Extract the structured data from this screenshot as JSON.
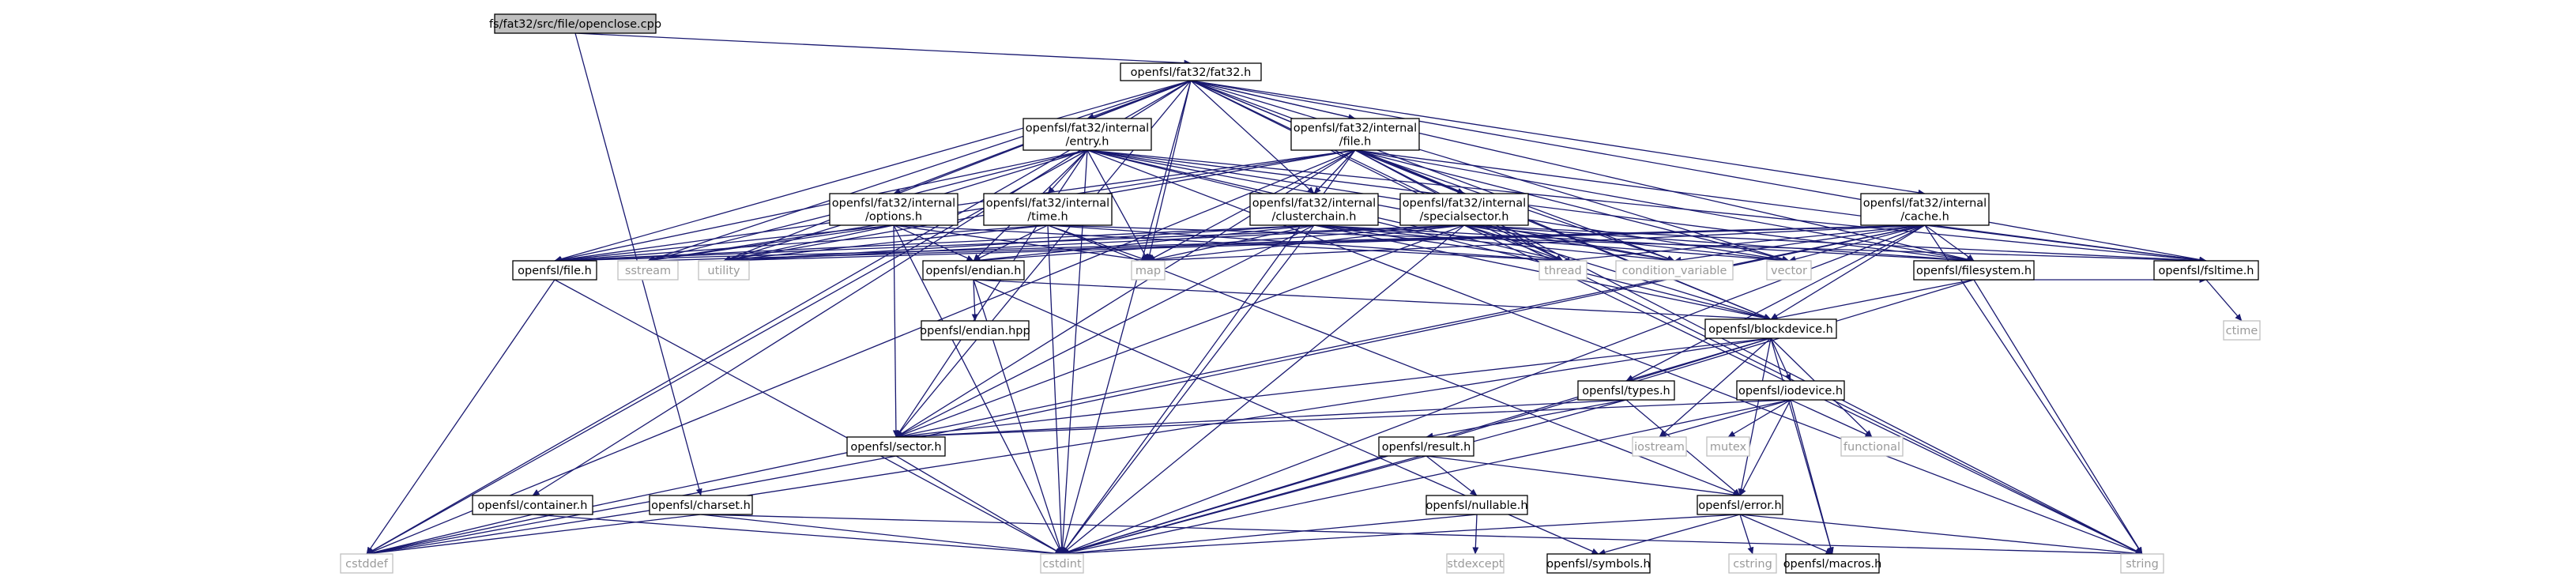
{
  "colors": {
    "edge": "#191970",
    "node_border": "#000000",
    "ghost_border": "#bfbfbf",
    "root_fill": "#bfbfbf",
    "node_fill": "#ffffff",
    "ghost_text": "#9a9a9a"
  },
  "nodes": [
    {
      "id": "root",
      "lines": [
        "fs/fat32/src/file/openclose.cpp"
      ],
      "kind": "root"
    },
    {
      "id": "fat32h",
      "lines": [
        "openfsl/fat32/fat32.h"
      ],
      "kind": "normal"
    },
    {
      "id": "entryh",
      "lines": [
        "openfsl/fat32/internal",
        "/entry.h"
      ],
      "kind": "normal"
    },
    {
      "id": "fileh_i",
      "lines": [
        "openfsl/fat32/internal",
        "/file.h"
      ],
      "kind": "normal"
    },
    {
      "id": "optionsh",
      "lines": [
        "openfsl/fat32/internal",
        "/options.h"
      ],
      "kind": "normal"
    },
    {
      "id": "timeh",
      "lines": [
        "openfsl/fat32/internal",
        "/time.h"
      ],
      "kind": "normal"
    },
    {
      "id": "clusterchainh",
      "lines": [
        "openfsl/fat32/internal",
        "/clusterchain.h"
      ],
      "kind": "normal"
    },
    {
      "id": "specialsectorh",
      "lines": [
        "openfsl/fat32/internal",
        "/specialsector.h"
      ],
      "kind": "normal"
    },
    {
      "id": "cacheh",
      "lines": [
        "openfsl/fat32/internal",
        "/cache.h"
      ],
      "kind": "normal"
    },
    {
      "id": "fileh",
      "lines": [
        "openfsl/file.h"
      ],
      "kind": "normal"
    },
    {
      "id": "sstream",
      "lines": [
        "sstream"
      ],
      "kind": "ghost"
    },
    {
      "id": "utility",
      "lines": [
        "utility"
      ],
      "kind": "ghost"
    },
    {
      "id": "endianh",
      "lines": [
        "openfsl/endian.h"
      ],
      "kind": "normal"
    },
    {
      "id": "map",
      "lines": [
        "map"
      ],
      "kind": "ghost"
    },
    {
      "id": "thread",
      "lines": [
        "thread"
      ],
      "kind": "ghost"
    },
    {
      "id": "condvar",
      "lines": [
        "condition_variable"
      ],
      "kind": "ghost"
    },
    {
      "id": "vector",
      "lines": [
        "vector"
      ],
      "kind": "ghost"
    },
    {
      "id": "filesystemh",
      "lines": [
        "openfsl/filesystem.h"
      ],
      "kind": "normal"
    },
    {
      "id": "fsltimeh",
      "lines": [
        "openfsl/fsltime.h"
      ],
      "kind": "normal"
    },
    {
      "id": "endianhpp",
      "lines": [
        "openfsl/endian.hpp"
      ],
      "kind": "normal"
    },
    {
      "id": "blockdeviceh",
      "lines": [
        "openfsl/blockdevice.h"
      ],
      "kind": "normal"
    },
    {
      "id": "ctime",
      "lines": [
        "ctime"
      ],
      "kind": "ghost"
    },
    {
      "id": "typesh",
      "lines": [
        "openfsl/types.h"
      ],
      "kind": "normal"
    },
    {
      "id": "iodeviceh",
      "lines": [
        "openfsl/iodevice.h"
      ],
      "kind": "normal"
    },
    {
      "id": "sectorh",
      "lines": [
        "openfsl/sector.h"
      ],
      "kind": "normal"
    },
    {
      "id": "resulth",
      "lines": [
        "openfsl/result.h"
      ],
      "kind": "normal"
    },
    {
      "id": "iostream",
      "lines": [
        "iostream"
      ],
      "kind": "ghost"
    },
    {
      "id": "mutex",
      "lines": [
        "mutex"
      ],
      "kind": "ghost"
    },
    {
      "id": "functional",
      "lines": [
        "functional"
      ],
      "kind": "ghost"
    },
    {
      "id": "containerh",
      "lines": [
        "openfsl/container.h"
      ],
      "kind": "normal"
    },
    {
      "id": "charseth",
      "lines": [
        "openfsl/charset.h"
      ],
      "kind": "normal"
    },
    {
      "id": "nullableh",
      "lines": [
        "openfsl/nullable.h"
      ],
      "kind": "normal"
    },
    {
      "id": "errorh",
      "lines": [
        "openfsl/error.h"
      ],
      "kind": "normal"
    },
    {
      "id": "cstddef",
      "lines": [
        "cstddef"
      ],
      "kind": "ghost"
    },
    {
      "id": "cstdint",
      "lines": [
        "cstdint"
      ],
      "kind": "ghost"
    },
    {
      "id": "stdexcept",
      "lines": [
        "stdexcept"
      ],
      "kind": "ghost"
    },
    {
      "id": "string",
      "lines": [
        "string"
      ],
      "kind": "ghost"
    },
    {
      "id": "symbolsh",
      "lines": [
        "openfsl/symbols.h"
      ],
      "kind": "normal"
    },
    {
      "id": "cstring",
      "lines": [
        "cstring"
      ],
      "kind": "ghost"
    },
    {
      "id": "macrosh",
      "lines": [
        "openfsl/macros.h"
      ],
      "kind": "normal"
    }
  ],
  "edges": [
    [
      "root",
      "fat32h"
    ],
    [
      "root",
      "charseth"
    ],
    [
      "fat32h",
      "entryh"
    ],
    [
      "fat32h",
      "fileh_i"
    ],
    [
      "fat32h",
      "optionsh"
    ],
    [
      "fat32h",
      "clusterchainh"
    ],
    [
      "fat32h",
      "specialsectorh"
    ],
    [
      "fat32h",
      "cacheh"
    ],
    [
      "fat32h",
      "fileh"
    ],
    [
      "fat32h",
      "sstream"
    ],
    [
      "fat32h",
      "utility"
    ],
    [
      "fat32h",
      "map"
    ],
    [
      "fat32h",
      "thread"
    ],
    [
      "fat32h",
      "condvar"
    ],
    [
      "fat32h",
      "vector"
    ],
    [
      "fat32h",
      "filesystemh"
    ],
    [
      "fat32h",
      "fsltimeh"
    ],
    [
      "fat32h",
      "blockdeviceh"
    ],
    [
      "fat32h",
      "sectorh"
    ],
    [
      "fat32h",
      "containerh"
    ],
    [
      "fat32h",
      "cstddef"
    ],
    [
      "fat32h",
      "cstdint"
    ],
    [
      "fat32h",
      "string"
    ],
    [
      "entryh",
      "timeh"
    ],
    [
      "entryh",
      "fileh"
    ],
    [
      "entryh",
      "sstream"
    ],
    [
      "entryh",
      "utility"
    ],
    [
      "entryh",
      "endianh"
    ],
    [
      "entryh",
      "map"
    ],
    [
      "entryh",
      "thread"
    ],
    [
      "entryh",
      "condvar"
    ],
    [
      "entryh",
      "vector"
    ],
    [
      "entryh",
      "filesystemh"
    ],
    [
      "entryh",
      "fsltimeh"
    ],
    [
      "entryh",
      "blockdeviceh"
    ],
    [
      "entryh",
      "sectorh"
    ],
    [
      "entryh",
      "cstddef"
    ],
    [
      "entryh",
      "cstdint"
    ],
    [
      "entryh",
      "string"
    ],
    [
      "fileh_i",
      "clusterchainh"
    ],
    [
      "fileh_i",
      "specialsectorh"
    ],
    [
      "fileh_i",
      "fileh"
    ],
    [
      "fileh_i",
      "sstream"
    ],
    [
      "fileh_i",
      "utility"
    ],
    [
      "fileh_i",
      "map"
    ],
    [
      "fileh_i",
      "thread"
    ],
    [
      "fileh_i",
      "condvar"
    ],
    [
      "fileh_i",
      "vector"
    ],
    [
      "fileh_i",
      "filesystemh"
    ],
    [
      "fileh_i",
      "fsltimeh"
    ],
    [
      "fileh_i",
      "blockdeviceh"
    ],
    [
      "fileh_i",
      "sectorh"
    ],
    [
      "fileh_i",
      "cstddef"
    ],
    [
      "fileh_i",
      "cstdint"
    ],
    [
      "fileh_i",
      "string"
    ],
    [
      "optionsh",
      "fileh"
    ],
    [
      "optionsh",
      "sstream"
    ],
    [
      "optionsh",
      "utility"
    ],
    [
      "optionsh",
      "endianh"
    ],
    [
      "optionsh",
      "map"
    ],
    [
      "optionsh",
      "sectorh"
    ],
    [
      "optionsh",
      "cstdint"
    ],
    [
      "optionsh",
      "thread"
    ],
    [
      "timeh",
      "fileh"
    ],
    [
      "timeh",
      "utility"
    ],
    [
      "timeh",
      "endianh"
    ],
    [
      "timeh",
      "map"
    ],
    [
      "timeh",
      "fsltimeh"
    ],
    [
      "timeh",
      "cstdint"
    ],
    [
      "timeh",
      "thread"
    ],
    [
      "timeh",
      "errorh"
    ],
    [
      "clusterchainh",
      "fileh"
    ],
    [
      "clusterchainh",
      "utility"
    ],
    [
      "clusterchainh",
      "endianh"
    ],
    [
      "clusterchainh",
      "map"
    ],
    [
      "clusterchainh",
      "thread"
    ],
    [
      "clusterchainh",
      "condvar"
    ],
    [
      "clusterchainh",
      "vector"
    ],
    [
      "clusterchainh",
      "filesystemh"
    ],
    [
      "clusterchainh",
      "blockdeviceh"
    ],
    [
      "clusterchainh",
      "sectorh"
    ],
    [
      "clusterchainh",
      "cstdint"
    ],
    [
      "specialsectorh",
      "fileh"
    ],
    [
      "specialsectorh",
      "utility"
    ],
    [
      "specialsectorh",
      "endianh"
    ],
    [
      "specialsectorh",
      "map"
    ],
    [
      "specialsectorh",
      "thread"
    ],
    [
      "specialsectorh",
      "condvar"
    ],
    [
      "specialsectorh",
      "vector"
    ],
    [
      "specialsectorh",
      "filesystemh"
    ],
    [
      "specialsectorh",
      "fsltimeh"
    ],
    [
      "specialsectorh",
      "blockdeviceh"
    ],
    [
      "specialsectorh",
      "sectorh"
    ],
    [
      "specialsectorh",
      "cstdint"
    ],
    [
      "specialsectorh",
      "string"
    ],
    [
      "cacheh",
      "fileh"
    ],
    [
      "cacheh",
      "sstream"
    ],
    [
      "cacheh",
      "utility"
    ],
    [
      "cacheh",
      "map"
    ],
    [
      "cacheh",
      "thread"
    ],
    [
      "cacheh",
      "condvar"
    ],
    [
      "cacheh",
      "vector"
    ],
    [
      "cacheh",
      "filesystemh"
    ],
    [
      "cacheh",
      "fsltimeh"
    ],
    [
      "cacheh",
      "blockdeviceh"
    ],
    [
      "cacheh",
      "typesh"
    ],
    [
      "cacheh",
      "sectorh"
    ],
    [
      "cacheh",
      "cstddef"
    ],
    [
      "cacheh",
      "cstdint"
    ],
    [
      "cacheh",
      "string"
    ],
    [
      "fileh",
      "cstddef"
    ],
    [
      "fileh",
      "cstdint"
    ],
    [
      "endianh",
      "endianhpp"
    ],
    [
      "endianh",
      "cstdint"
    ],
    [
      "endianh",
      "symbolsh"
    ],
    [
      "endianh",
      "blockdeviceh"
    ],
    [
      "filesystemh",
      "blockdeviceh"
    ],
    [
      "filesystemh",
      "fsltimeh"
    ],
    [
      "filesystemh",
      "string"
    ],
    [
      "filesystemh",
      "cstdint"
    ],
    [
      "fsltimeh",
      "ctime"
    ],
    [
      "blockdeviceh",
      "typesh"
    ],
    [
      "blockdeviceh",
      "iodeviceh"
    ],
    [
      "blockdeviceh",
      "sectorh"
    ],
    [
      "blockdeviceh",
      "iostream"
    ],
    [
      "blockdeviceh",
      "functional"
    ],
    [
      "blockdeviceh",
      "errorh"
    ],
    [
      "blockdeviceh",
      "macrosh"
    ],
    [
      "blockdeviceh",
      "cstdint"
    ],
    [
      "blockdeviceh",
      "cstddef"
    ],
    [
      "typesh",
      "resulth"
    ],
    [
      "typesh",
      "errorh"
    ],
    [
      "typesh",
      "sectorh"
    ],
    [
      "typesh",
      "cstdint"
    ],
    [
      "iodeviceh",
      "sectorh"
    ],
    [
      "iodeviceh",
      "iostream"
    ],
    [
      "iodeviceh",
      "mutex"
    ],
    [
      "iodeviceh",
      "functional"
    ],
    [
      "iodeviceh",
      "errorh"
    ],
    [
      "iodeviceh",
      "macrosh"
    ],
    [
      "iodeviceh",
      "cstdint"
    ],
    [
      "sectorh",
      "cstddef"
    ],
    [
      "sectorh",
      "cstdint"
    ],
    [
      "resulth",
      "nullableh"
    ],
    [
      "resulth",
      "errorh"
    ],
    [
      "resulth",
      "cstdint"
    ],
    [
      "nullableh",
      "stdexcept"
    ],
    [
      "nullableh",
      "cstdint"
    ],
    [
      "containerh",
      "cstddef"
    ],
    [
      "containerh",
      "cstdint"
    ],
    [
      "charseth",
      "cstddef"
    ],
    [
      "charseth",
      "cstdint"
    ],
    [
      "charseth",
      "string"
    ],
    [
      "errorh",
      "symbolsh"
    ],
    [
      "errorh",
      "cstring"
    ],
    [
      "errorh",
      "macrosh"
    ],
    [
      "errorh",
      "string"
    ],
    [
      "errorh",
      "cstdint"
    ]
  ]
}
